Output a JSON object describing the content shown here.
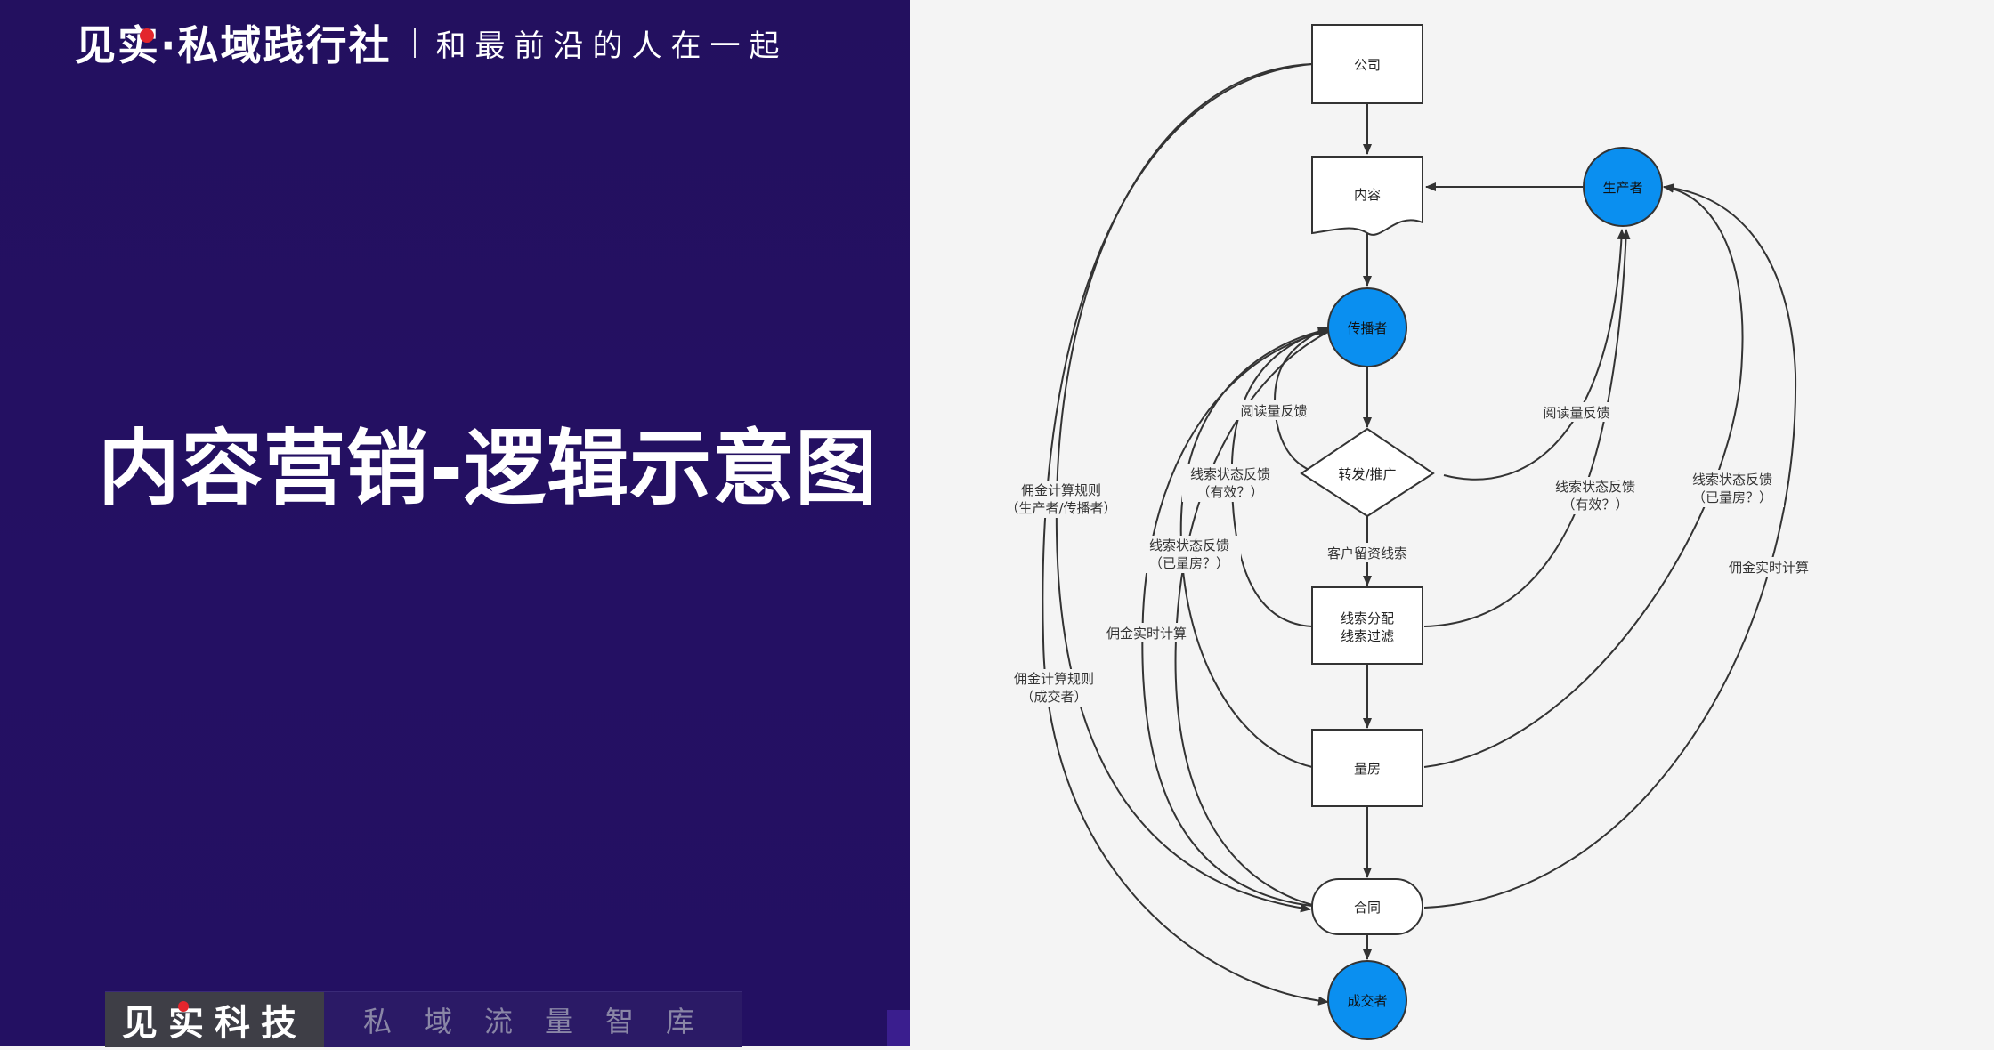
{
  "slide": {
    "brand_main": "见实·私域践行社",
    "brand_slogan": "和最前沿的人在一起",
    "title": "内容营销-逻辑示意图",
    "footer_logo": "见实科技",
    "footer_tagline": "私域流量智库"
  },
  "colors": {
    "left_panel": "#231062",
    "actor_circle": "#0a8ff0",
    "diagram_bg": "#f4f4f4",
    "brand_red": "#e3262d"
  },
  "diagram": {
    "nodes": {
      "company": "公司",
      "content": "内容",
      "producer": "生产者",
      "spreader": "传播者",
      "forward": "转发/推广",
      "leads": [
        "线索分配",
        "线索过滤"
      ],
      "measure": "量房",
      "contract": "合同",
      "closer": "成交者"
    },
    "edge_labels": {
      "lead_capture": "客户留资线索",
      "read_left": "阅读量反馈",
      "read_right": "阅读量反馈",
      "valid_left": [
        "线索状态反馈",
        "（有效？）"
      ],
      "valid_right": [
        "线索状态反馈",
        "（有效？）"
      ],
      "measured_left": [
        "线索状态反馈",
        "（已量房？）"
      ],
      "measured_right": [
        "线索状态反馈",
        "（已量房？）"
      ],
      "commission_rule_spreader": [
        "佣金计算规则",
        "（生产者/传播者）"
      ],
      "commission_rule_closer": [
        "佣金计算规则",
        "（成交者）"
      ],
      "commission_realtime_left": "佣金实时计算",
      "commission_realtime_right": "佣金实时计算"
    }
  }
}
